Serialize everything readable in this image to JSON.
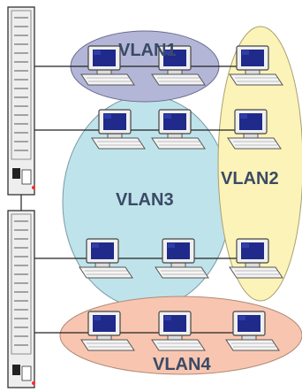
{
  "diagram": {
    "vlans": [
      {
        "id": "vlan1",
        "label": "VLAN1",
        "fill": "#b3b6d6"
      },
      {
        "id": "vlan2",
        "label": "VLAN2",
        "fill": "#fbf3b8"
      },
      {
        "id": "vlan3",
        "label": "VLAN3",
        "fill": "#bfe3ea"
      },
      {
        "id": "vlan4",
        "label": "VLAN4",
        "fill": "#f8c6b0"
      }
    ],
    "switches": [
      {
        "id": "switch-top"
      },
      {
        "id": "switch-bottom"
      }
    ],
    "computers": [
      {
        "id": "pc-r1-c1",
        "icon": "computer-icon"
      },
      {
        "id": "pc-r1-c2",
        "icon": "computer-icon"
      },
      {
        "id": "pc-r1-c3",
        "icon": "computer-icon"
      },
      {
        "id": "pc-r2-c1",
        "icon": "computer-icon"
      },
      {
        "id": "pc-r2-c2",
        "icon": "computer-icon"
      },
      {
        "id": "pc-r2-c3",
        "icon": "computer-icon"
      },
      {
        "id": "pc-r3-c1",
        "icon": "computer-icon"
      },
      {
        "id": "pc-r3-c2",
        "icon": "computer-icon"
      },
      {
        "id": "pc-r3-c3",
        "icon": "computer-icon"
      },
      {
        "id": "pc-r4-c1",
        "icon": "computer-icon"
      },
      {
        "id": "pc-r4-c2",
        "icon": "computer-icon"
      },
      {
        "id": "pc-r4-c3",
        "icon": "computer-icon"
      }
    ],
    "colors": {
      "switch_body": "#eeeeee",
      "switch_border": "#333333",
      "link_line": "#222222",
      "monitor_screen": "#1f2a8a",
      "monitor_frame": "#f0f0f0",
      "led_red": "#ff2a2a"
    }
  }
}
